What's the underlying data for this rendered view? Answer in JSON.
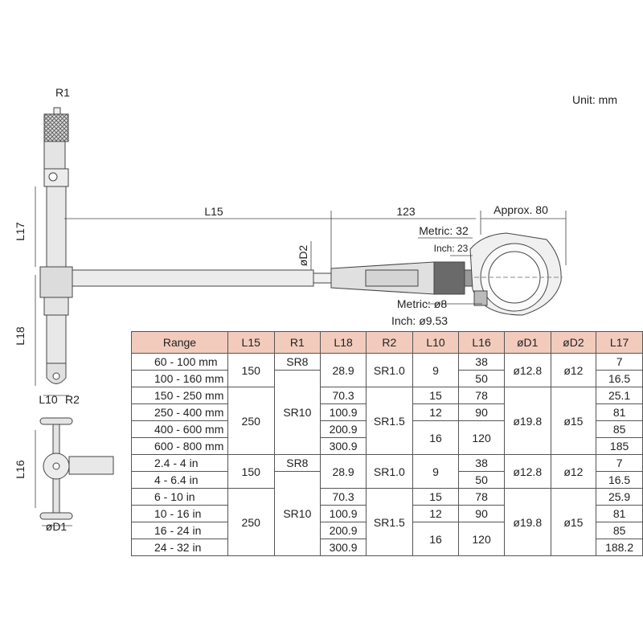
{
  "unit_label": "Unit: mm",
  "dims": {
    "r1": "R1",
    "r2": "R2",
    "l17": "L17",
    "l18": "L18",
    "l15": "L15",
    "l10": "L10",
    "l16": "L16",
    "d1": "øD1",
    "d2": "øD2",
    "len_123": "123",
    "approx_80": "Approx. 80",
    "metric_32": "Metric: 32",
    "inch_23": "Inch: 23",
    "metric_8": "Metric: ø8",
    "inch_953": "Inch: ø9.53"
  },
  "table": {
    "headers": [
      "Range",
      "L15",
      "R1",
      "L18",
      "R2",
      "L10",
      "L16",
      "øD1",
      "øD2",
      "L17"
    ],
    "range": [
      "60 - 100 mm",
      "100 - 160 mm",
      "150 - 250 mm",
      "250 - 400 mm",
      "400 - 600 mm",
      "600 - 800 mm",
      "2.4 - 4 in",
      "4 - 6.4 in",
      "6 - 10 in",
      "10 - 16 in",
      "16 - 24 in",
      "24 - 32 in"
    ],
    "l15": [
      "150",
      "250",
      "150",
      "250"
    ],
    "r1": [
      "SR8",
      "SR10",
      "SR8",
      "SR10"
    ],
    "l18": [
      "28.9",
      "70.3",
      "100.9",
      "200.9",
      "300.9",
      "28.9",
      "70.3",
      "100.9",
      "200.9",
      "300.9"
    ],
    "r2": [
      "SR1.0",
      "SR1.5",
      "SR1.0",
      "SR1.5"
    ],
    "l10": [
      "9",
      "15",
      "12",
      "16",
      "9",
      "15",
      "12",
      "16"
    ],
    "l16": [
      "38",
      "50",
      "78",
      "90",
      "120",
      "38",
      "50",
      "78",
      "90",
      "120"
    ],
    "d1": [
      "ø12.8",
      "ø19.8",
      "ø12.8",
      "ø19.8"
    ],
    "d2": [
      "ø12",
      "ø15",
      "ø12",
      "ø15"
    ],
    "l17": [
      "7",
      "16.5",
      "25.1",
      "81",
      "85",
      "185",
      "7",
      "16.5",
      "25.9",
      "81",
      "85",
      "188.2"
    ]
  }
}
